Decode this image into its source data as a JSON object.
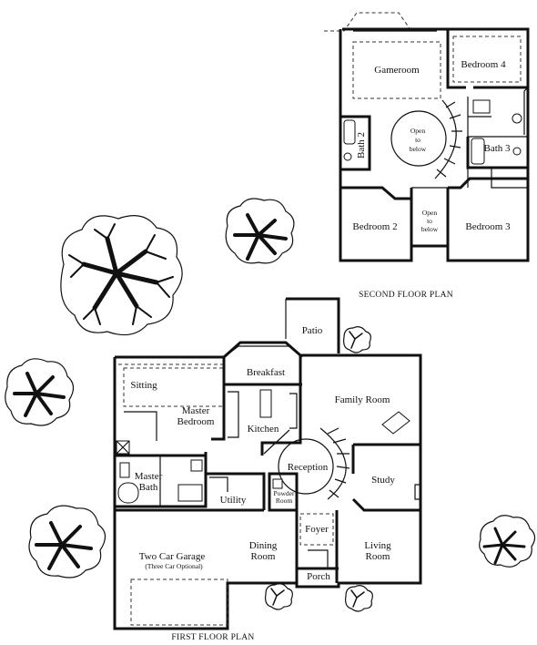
{
  "titles": {
    "second": "SECOND FLOOR PLAN",
    "first": "FIRST FLOOR PLAN"
  },
  "second_floor": {
    "gameroom": "Gameroom",
    "bedroom4": "Bedroom 4",
    "open1a": "Open",
    "open1b": "to",
    "open1c": "below",
    "bath2": "Bath 2",
    "bath3": "Bath 3",
    "bedroom2": "Bedroom 2",
    "open2a": "Open",
    "open2b": "to",
    "open2c": "below",
    "bedroom3": "Bedroom 3"
  },
  "first_floor": {
    "patio": "Patio",
    "breakfast": "Breakfast",
    "sitting": "Sitting",
    "master_bedroom_1": "Master",
    "master_bedroom_2": "Bedroom",
    "kitchen": "Kitchen",
    "family_room": "Family Room",
    "reception": "Reception",
    "master_bath_1": "Master",
    "master_bath_2": "Bath",
    "utility": "Utility",
    "powder_1": "Powder",
    "powder_2": "Room",
    "study": "Study",
    "foyer": "Foyer",
    "garage_1": "Two Car Garage",
    "garage_2": "(Three Car Optional)",
    "dining_1": "Dining",
    "dining_2": "Room",
    "living_1": "Living",
    "living_2": "Room",
    "porch": "Porch"
  }
}
